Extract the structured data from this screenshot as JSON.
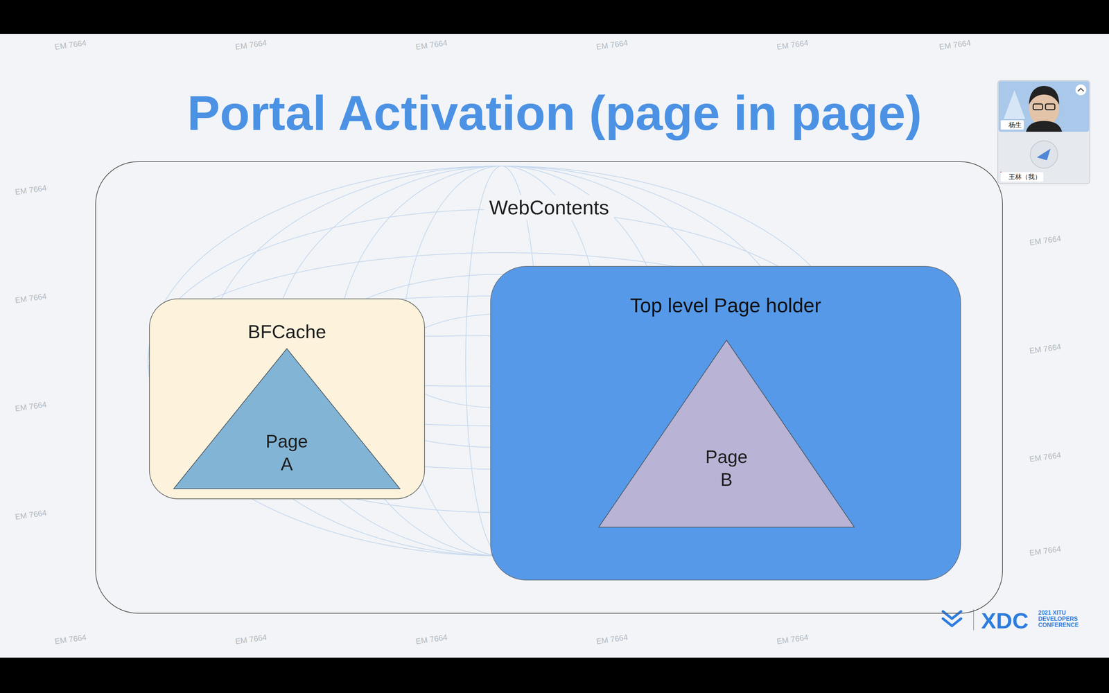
{
  "diagram": {
    "title": "Portal Activation (page in page)",
    "nodes": [
      {
        "text": [
          "WebContents"
        ]
      },
      {
        "text": [
          "BFCache"
        ],
        "in": 0
      },
      {
        "text": [
          "Page A"
        ],
        "in": 1
      },
      {
        "text": [
          "Top level Page holder"
        ],
        "in": 0
      },
      {
        "text": [
          "Page B"
        ],
        "in": 3
      }
    ],
    "labels": [
      "杨生",
      "王林（我）",
      "XDC",
      "2021 XITU DEVELOPERS CONFERENCE",
      "EM 7664",
      "EM 7664",
      "EM 7664",
      "EM 7664",
      "EM 7664",
      "EM 7664",
      "EM 7664",
      "EM 7664",
      "EM 7664",
      "EM 7664",
      "EM 7664",
      "EM 7664",
      "EM 7664",
      "EM 7664",
      "EM 7664",
      "EM 7664",
      "EM 7664",
      "EM 7664",
      "EM 7664"
    ]
  }
}
